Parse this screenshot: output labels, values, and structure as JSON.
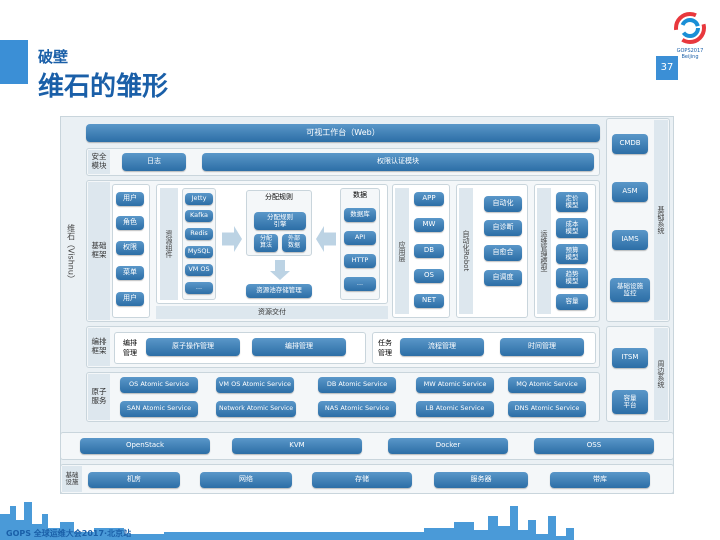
{
  "header": {
    "subtitle": "破壁",
    "title": "维石的雏形",
    "page": "37",
    "logo_text": "GOPS2017\nBeijing"
  },
  "vishnu_label": "维石（Vishnu）",
  "web": "可视工作台（Web）",
  "security": {
    "label": "安全\n模块",
    "log": "日志",
    "auth": "权限认证模块"
  },
  "base": {
    "label": "基础\n框架",
    "left_items": [
      "用户",
      "角色",
      "权限",
      "菜单",
      "用户"
    ],
    "resource_label": "资源组件",
    "resources": [
      "Jetty",
      "Kafka",
      "Redis",
      "MySQL",
      "VM OS",
      "..."
    ],
    "dispatch": {
      "title": "分配规则",
      "engine": "分配规则\n引擎",
      "calc": "分配\n算法",
      "ext": "外部\n数据"
    },
    "store": "资源池存储管理",
    "data_title": "数据",
    "data_items": [
      "数据库",
      "API",
      "HTTP",
      "..."
    ],
    "resource_delivery": "资源交付",
    "app_label": "应用层",
    "apps": [
      "APP",
      "MW",
      "DB",
      "OS",
      "NET"
    ],
    "robot_label": "自动化Robot",
    "robots": [
      "自动化",
      "自诊断",
      "自愈合",
      "自调度"
    ],
    "mgmt_label": "运维管理模型",
    "mgmt": [
      "定价\n模型",
      "成本\n模型",
      "预算\n模型",
      "趋势\n模型",
      "容量"
    ]
  },
  "orch": {
    "label": "编排\n框架",
    "sub_label": "编排\n管理",
    "orch_items": [
      "原子操作管理",
      "编排管理"
    ],
    "task_label": "任务\n管理",
    "task_items": [
      "流程管理",
      "时间管理"
    ]
  },
  "atomic": {
    "label": "原子\n服务",
    "row1": [
      "OS Atomic Service",
      "VM OS Atomic Service",
      "DB Atomic Service",
      "MW Atomic Service",
      "MQ Atomic Service"
    ],
    "row2": [
      "SAN Atomic Service",
      "Network Atomic Service",
      "NAS Atomic Service",
      "LB Atomic Service",
      "DNS Atomic Service"
    ]
  },
  "virt": [
    "OpenStack",
    "KVM",
    "Docker",
    "OSS"
  ],
  "infra": {
    "label": "基础\n设施",
    "items": [
      "机房",
      "网络",
      "存储",
      "服务器",
      "带库"
    ]
  },
  "right1": {
    "items": [
      "CMDB",
      "ASM",
      "IAMS",
      "基础设施\n监控"
    ],
    "vlabel": "基础系统"
  },
  "right2": {
    "items": [
      "ITSM",
      "容量\n平台"
    ],
    "vlabel": "周边系统"
  },
  "footer": "GOPS 全球运维大会2017·北京站",
  "colors": {
    "accent": "#1a5fa8",
    "button": "#2c6ea6"
  }
}
